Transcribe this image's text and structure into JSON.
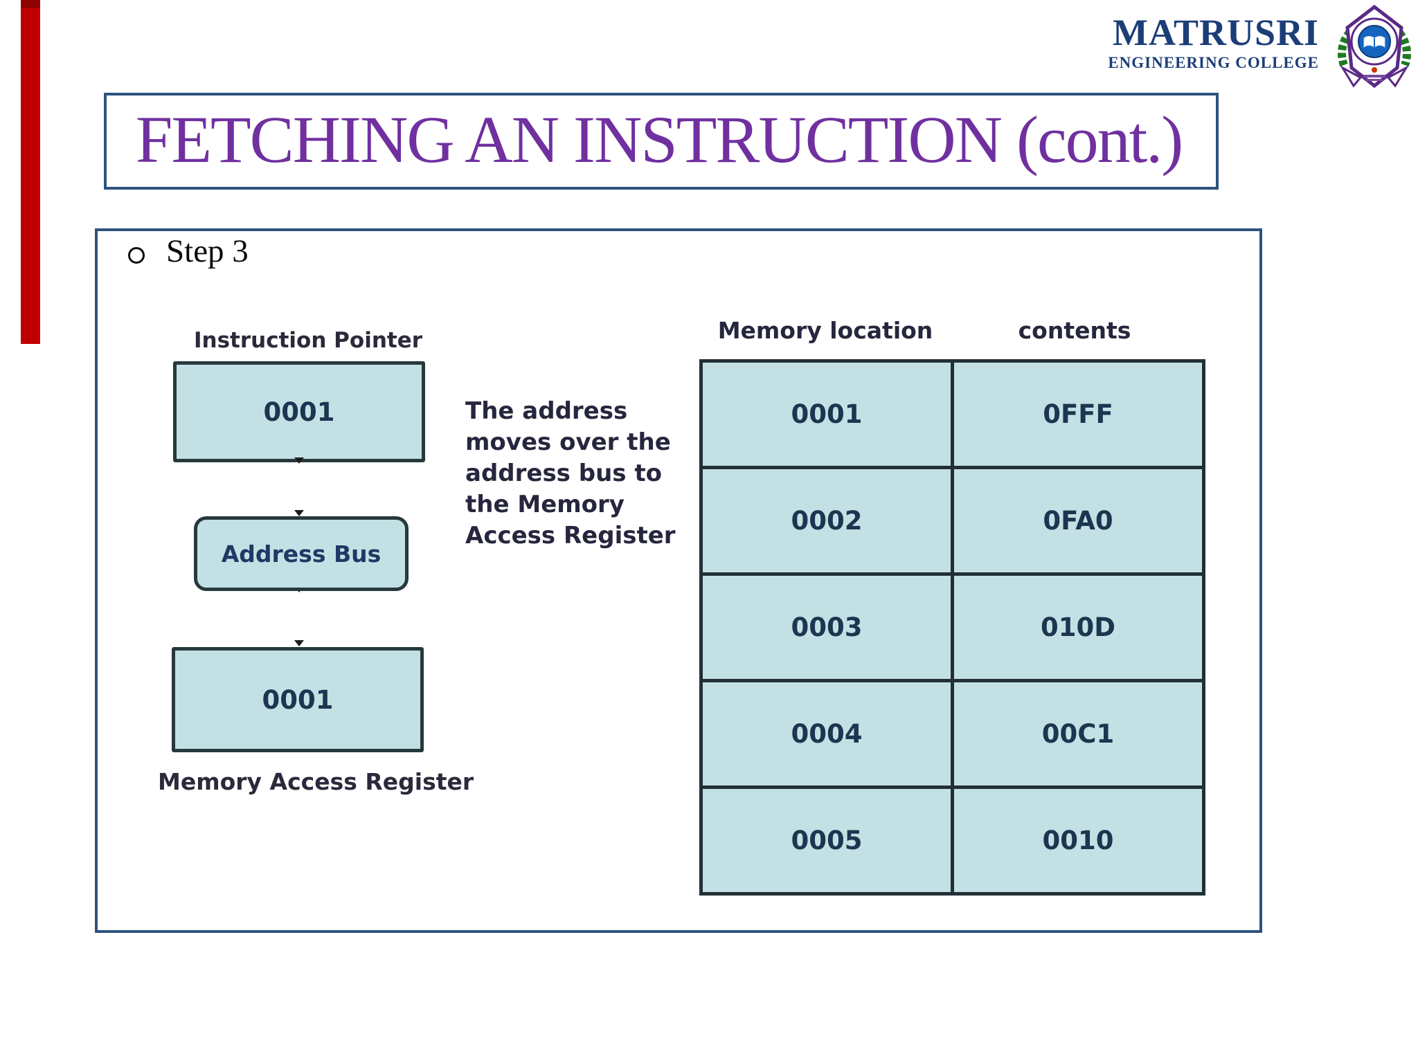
{
  "branding": {
    "college_name": "MATRUSRI",
    "college_subtitle": "ENGINEERING COLLEGE"
  },
  "title": "FETCHING AN INSTRUCTION (cont.)",
  "slide": {
    "step_label": "Step 3",
    "diagram": {
      "instruction_pointer_label": "Instruction Pointer",
      "instruction_pointer_value": "0001",
      "address_bus_label": "Address Bus",
      "memory_access_register_value": "0001",
      "memory_access_register_label": "Memory Access Register",
      "explanation_lines": [
        "The address",
        "moves over the",
        "address bus to",
        "the Memory",
        "Access Register"
      ]
    },
    "memory_table": {
      "headers": [
        "Memory location",
        "contents"
      ],
      "rows": [
        [
          "0001",
          "0FFF"
        ],
        [
          "0002",
          "0FA0"
        ],
        [
          "0003",
          "010D"
        ],
        [
          "0004",
          "00C1"
        ],
        [
          "0005",
          "0010"
        ]
      ]
    }
  },
  "colors": {
    "accent_red": "#c00000",
    "title_purple": "#7030a0",
    "frame_blue": "#2e527e",
    "cell_fill": "#c3e1e5",
    "logo_navy": "#1c3e78"
  }
}
